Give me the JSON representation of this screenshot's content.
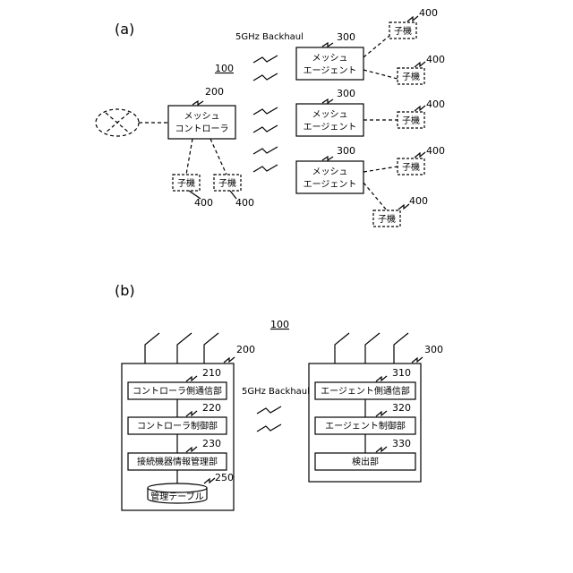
{
  "panel_a": {
    "label": "(a)",
    "system_ref": "100",
    "backhaul_label": "5GHz Backhaul",
    "controller": {
      "line1": "メッシュ",
      "line2": "コントローラ",
      "ref": "200"
    },
    "agents": [
      {
        "line1": "メッシュ",
        "line2": "エージェント",
        "ref": "300"
      },
      {
        "line1": "メッシュ",
        "line2": "エージェント",
        "ref": "300"
      },
      {
        "line1": "メッシュ",
        "line2": "エージェント",
        "ref": "300"
      }
    ],
    "child_label": "子機",
    "child_ref": "400"
  },
  "panel_b": {
    "label": "(b)",
    "system_ref": "100",
    "backhaul_label": "5GHz Backhaul",
    "controller": {
      "ref": "200",
      "units": [
        {
          "label": "コントローラ側通信部",
          "ref": "210"
        },
        {
          "label": "コントローラ制御部",
          "ref": "220"
        },
        {
          "label": "接続機器情報管理部",
          "ref": "230"
        }
      ],
      "table": {
        "label": "管理テーブル",
        "ref": "250"
      }
    },
    "agent": {
      "ref": "300",
      "units": [
        {
          "label": "エージェント側通信部",
          "ref": "310"
        },
        {
          "label": "エージェント制御部",
          "ref": "320"
        },
        {
          "label": "検出部",
          "ref": "330"
        }
      ]
    }
  }
}
